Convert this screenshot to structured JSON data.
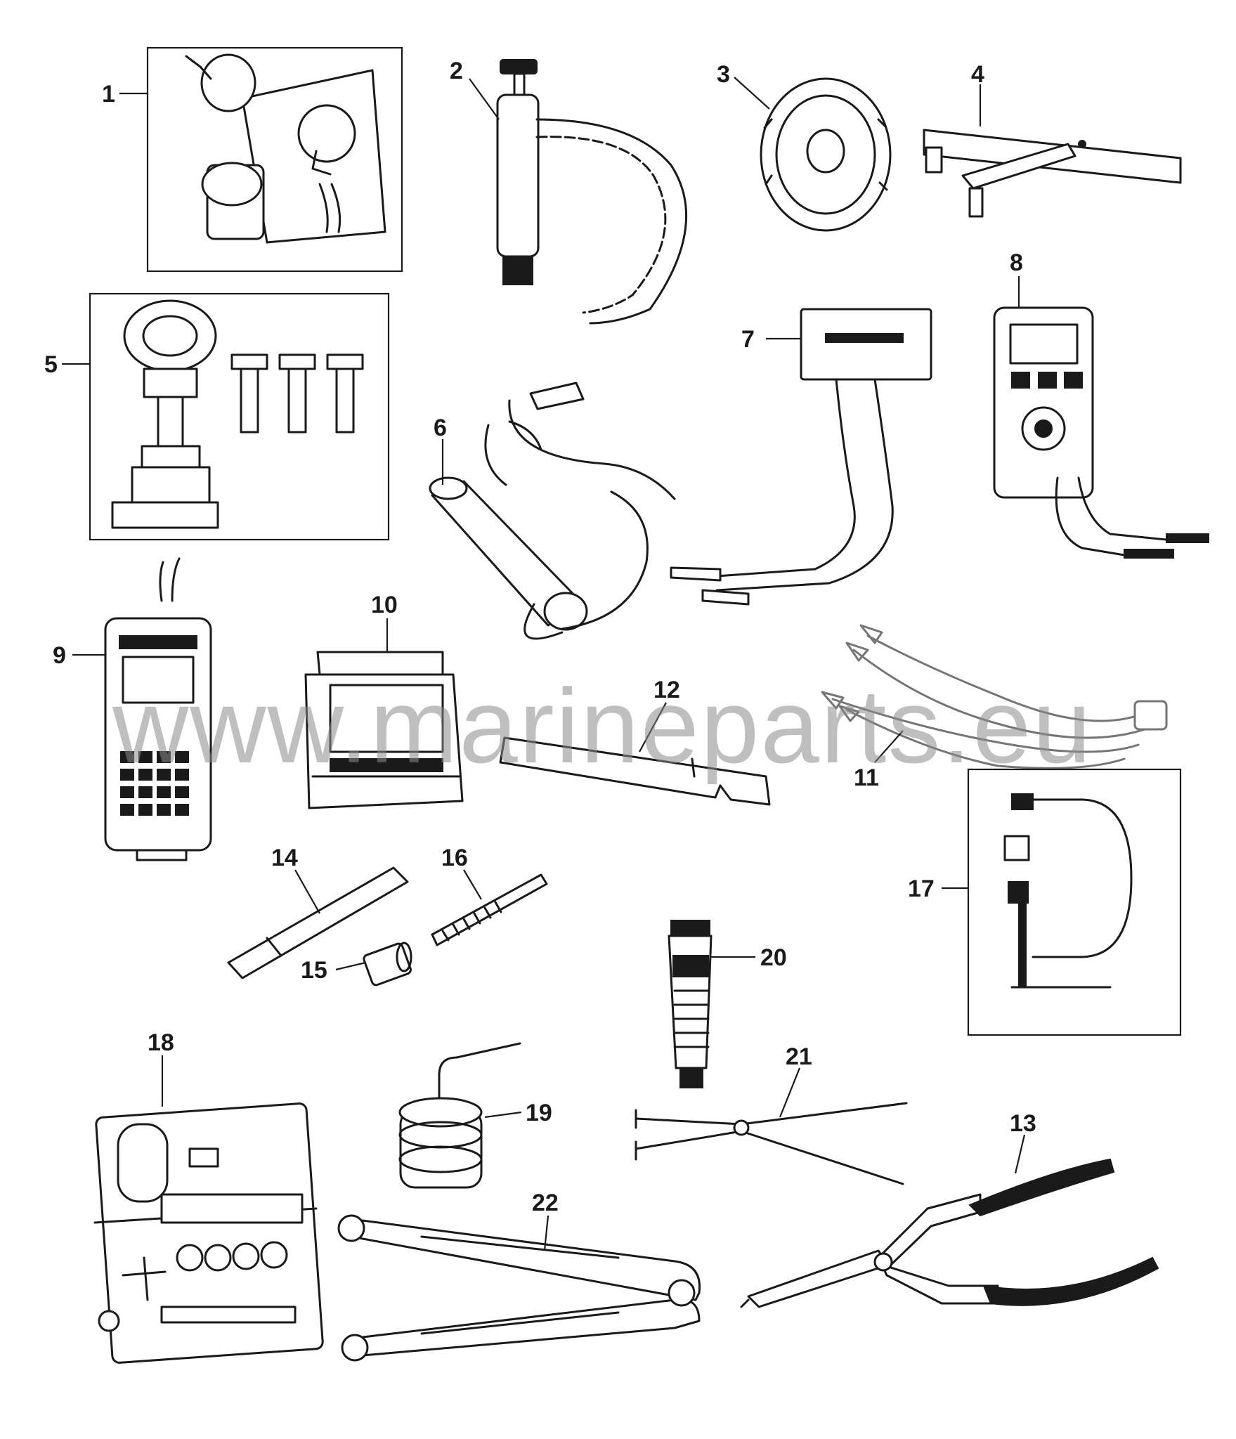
{
  "watermark": "www.marineparts.eu",
  "callouts": [
    {
      "id": "1",
      "label": "1"
    },
    {
      "id": "2",
      "label": "2"
    },
    {
      "id": "3",
      "label": "3"
    },
    {
      "id": "4",
      "label": "4"
    },
    {
      "id": "5",
      "label": "5"
    },
    {
      "id": "6",
      "label": "6"
    },
    {
      "id": "7",
      "label": "7"
    },
    {
      "id": "8",
      "label": "8"
    },
    {
      "id": "9",
      "label": "9"
    },
    {
      "id": "10",
      "label": "10"
    },
    {
      "id": "11",
      "label": "11"
    },
    {
      "id": "12",
      "label": "12"
    },
    {
      "id": "13",
      "label": "13"
    },
    {
      "id": "14",
      "label": "14"
    },
    {
      "id": "15",
      "label": "15"
    },
    {
      "id": "16",
      "label": "16"
    },
    {
      "id": "17",
      "label": "17"
    },
    {
      "id": "18",
      "label": "18"
    },
    {
      "id": "19",
      "label": "19"
    },
    {
      "id": "20",
      "label": "20"
    },
    {
      "id": "21",
      "label": "21"
    },
    {
      "id": "22",
      "label": "22"
    }
  ]
}
